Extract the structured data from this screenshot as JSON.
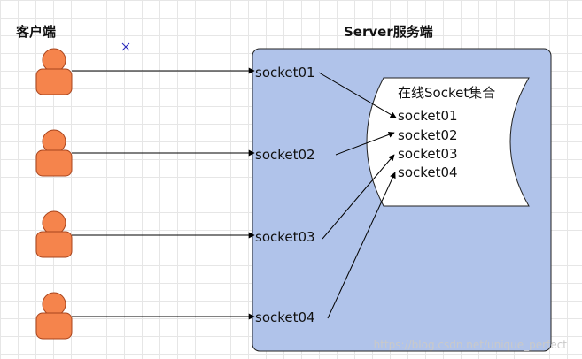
{
  "client_title": "客户端",
  "server_title": "Server服务端",
  "sockets": [
    "socket01",
    "socket02",
    "socket03",
    "socket04"
  ],
  "collection": {
    "title": "在线Socket集合",
    "items": [
      "socket01",
      "socket02",
      "socket03",
      "socket04"
    ]
  },
  "watermark": "https://blog.csdn.net/unique_perfect",
  "colors": {
    "server_fill": "#b0c3ea",
    "client_fill": "#f5844c",
    "client_stroke": "#a8441c",
    "line": "#000000"
  },
  "icons": {
    "client": "person-icon",
    "marker": "x-mark-icon"
  }
}
